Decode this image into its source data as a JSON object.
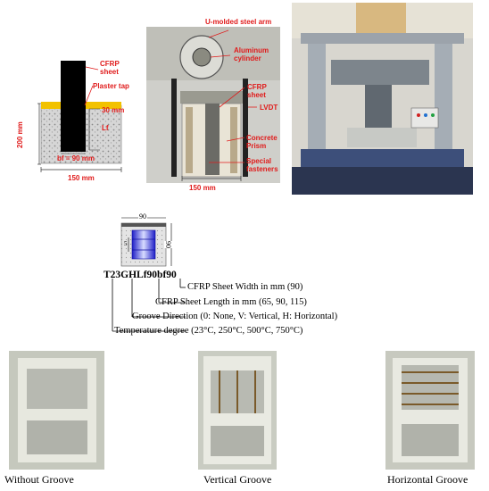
{
  "panel_a": {
    "labels": {
      "cfrp": "CFRP\nsheet",
      "plaster": "Plaster tap",
      "dim_30": "30 mm",
      "lf": "Lf",
      "dim_200": "200 mm",
      "bf": "bf = 90 mm",
      "dim_150": "150 mm"
    }
  },
  "panel_b": {
    "labels": {
      "u_arm": "U-molded steel arm",
      "aluminum": "Aluminum\ncylinder",
      "cfrp": "CFRP\nsheet",
      "lvdt": "LVDT",
      "concrete": "Concrete\nPrism",
      "fasteners": "Special\nfasteners",
      "dim_150": "150 mm"
    }
  },
  "specimen": {
    "dim_top": "90",
    "dim_side": "90",
    "dim_s": "5",
    "code": "T23GHLf90bf90"
  },
  "legend": [
    "CFRP Sheet Width in mm (90)",
    "CFRP Sheet Length in mm (65, 90, 115)",
    "Groove Direction (0: None, V: Vertical, H: Horizontal)",
    "Temperature degree (23°C, 250°C, 500°C, 750°C)"
  ],
  "captions": {
    "without": "Without Groove",
    "vertical": "Vertical Groove",
    "horizontal": "Horizontal Groove"
  },
  "colors": {
    "label_red": "#e01b1b",
    "plaster_yellow": "#f2c200",
    "specimen_blue": "#2a2ad8"
  }
}
